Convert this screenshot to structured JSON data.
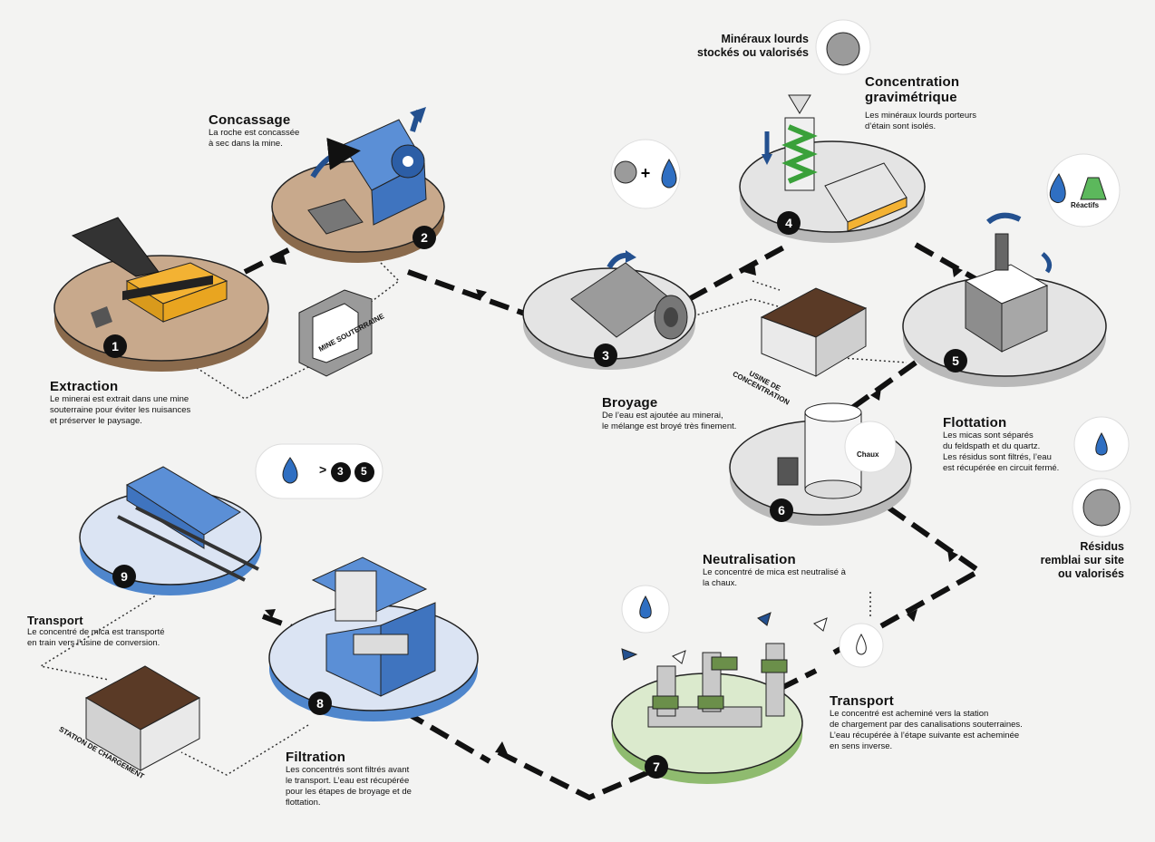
{
  "steps": [
    {
      "num": "1",
      "title": "Extraction",
      "desc": "Le minerai est extrait dans une mine\nsouterraine pour éviter les nuisances\net préserver le paysage."
    },
    {
      "num": "2",
      "title": "Concassage",
      "desc": "La roche est concassée\nà sec dans la mine."
    },
    {
      "num": "3",
      "title": "Broyage",
      "desc": "De l’eau est ajoutée au minerai,\nle mélange est broyé très finement."
    },
    {
      "num": "4",
      "title": "Concentration\ngravimétrique",
      "desc": "Les minéraux lourds porteurs\nd’étain sont isolés."
    },
    {
      "num": "5",
      "title": "Flottation",
      "desc": "Les micas sont séparés\ndu feldspath et du quartz.\nLes résidus sont filtrés, l’eau\nest récupérée en circuit fermé."
    },
    {
      "num": "6",
      "title": "Neutralisation",
      "desc": "Le concentré de mica est neutralisé à\nla chaux."
    },
    {
      "num": "7",
      "title": "Transport",
      "desc": "Le concentré est acheminé vers la station\nde chargement par des canalisations souterraines.\nL’eau récupérée à l’étape suivante est acheminée\nen sens inverse."
    },
    {
      "num": "8",
      "title": "Filtration",
      "desc": "Les concentrés sont filtrés avant\nle transport. L’eau est récupérée\npour les étapes de broyage et de\nflottation."
    },
    {
      "num": "9",
      "title": "Transport",
      "desc": "Le concentré de mica est transporté\nen train vers l’usine de conversion."
    }
  ],
  "annotations": {
    "heavy_minerals": "Minéraux lourds\nstockés ou valorisés",
    "residues": "Résidus\nremblai sur site\nou valorisés",
    "reagents": "Réactifs",
    "lime": "Chaux",
    "mine": "MINE SOUTERRAINE",
    "plant": "USINE DE\nCONCENTRATION",
    "station": "STATION DE CHARGEMENT",
    "water_return_3": "3",
    "water_return_5": "5",
    "water_return_symbol": ">"
  },
  "colors": {
    "brown_platform": "#c8a98c",
    "gray_platform": "#e4e4e4",
    "blue_platform": "#dbe4f3",
    "green_platform": "#dbeacd",
    "water": "#2f6fc2",
    "machine_blue": "#5b8fd6",
    "machine_yellow": "#f3b233",
    "path": "#111111"
  }
}
